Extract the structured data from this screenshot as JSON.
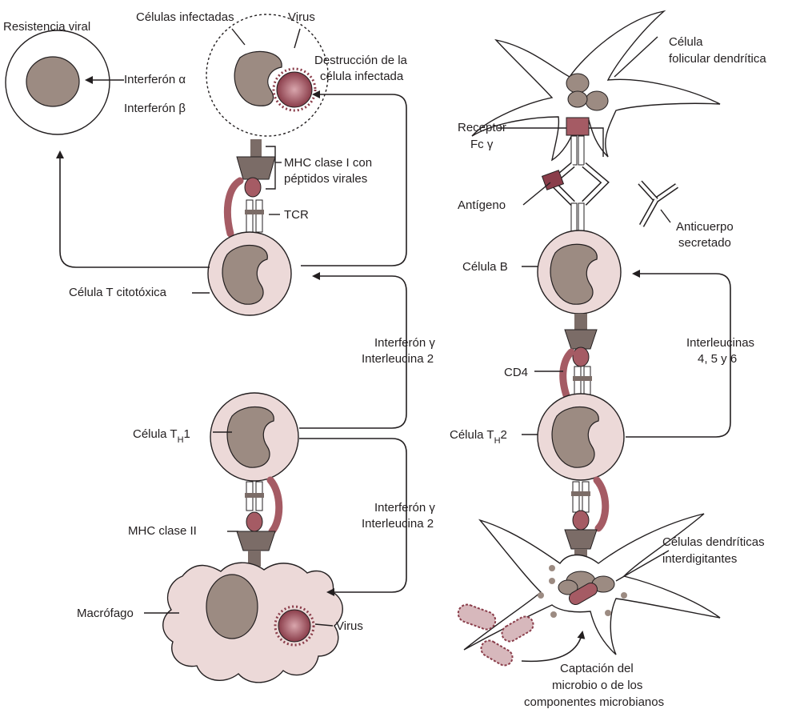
{
  "colors": {
    "nucleus": "#9c8b82",
    "cell_body": "#ecd9d8",
    "receptor": "#7b6c67",
    "peptide": "#a55b64",
    "virus": "#8a3d4a",
    "line": "#231f20"
  },
  "left": {
    "viral_resistance": "Resistencia viral",
    "infected_cells": "Células infectadas",
    "virus": "Virus",
    "destruction_1": "Destrucción de la",
    "destruction_2": "célula infectada",
    "ifn_alpha": "Interferón α",
    "ifn_beta": "Interferón β",
    "mhc1_1": "MHC clase I con",
    "mhc1_2": "péptidos virales",
    "tcr": "TCR",
    "ctl": "Célula T citotóxica",
    "ifng_1": "Interferón γ",
    "il2_1": "Interleucina 2",
    "th1_prefix": "Célula T",
    "th1_sub": "H",
    "th1_suffix": "1",
    "ifng_2": "Interferón γ",
    "il2_2": "Interleucina 2",
    "mhc2": "MHC clase II",
    "macrophage": "Macrófago",
    "virus_2": "Virus"
  },
  "right": {
    "fdc_1": "Célula",
    "fdc_2": "folicular dendrítica",
    "fc_receptor_1": "Receptor",
    "fc_receptor_2": "Fc γ",
    "antigen": "Antígeno",
    "antibody_1": "Anticuerpo",
    "antibody_2": "secretado",
    "b_cell": "Célula B",
    "interleukins_1": "Interleucinas",
    "interleukins_2": "4, 5 y 6",
    "cd4": "CD4",
    "th2_prefix": "Célula T",
    "th2_sub": "H",
    "th2_suffix": "2",
    "idc_1": "Células dendríticas",
    "idc_2": "interdigitantes",
    "uptake_1": "Captación del",
    "uptake_2": "microbio o de los",
    "uptake_3": "componentes microbianos"
  }
}
